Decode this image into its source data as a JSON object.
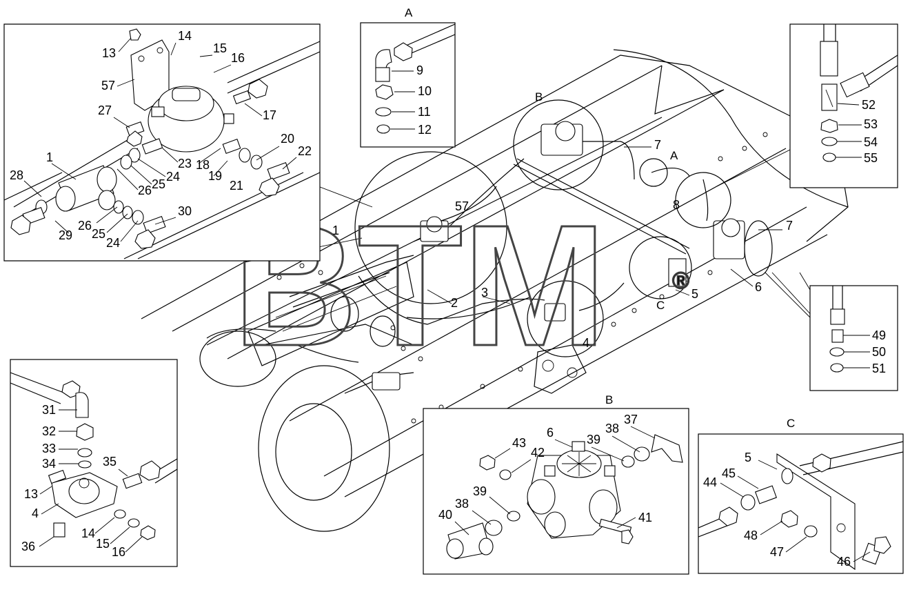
{
  "watermark": {
    "text": "BTM",
    "mark": "®"
  },
  "panel_titles": {
    "A_top": "A",
    "B_main": "B",
    "A_main": "A",
    "C_main": "C",
    "B_detail": "B",
    "C_detail": "C"
  },
  "labels": {
    "p13a": "13",
    "p14a": "14",
    "p15a": "15",
    "p16a": "16",
    "p57a": "57",
    "p27": "27",
    "p17": "17",
    "p20": "20",
    "p22": "22",
    "p1a": "1",
    "p28": "28",
    "p23": "23",
    "p18": "18",
    "p19": "19",
    "p24a": "24",
    "p25a": "25",
    "p26a": "26",
    "p21": "21",
    "p26b": "26",
    "p25b": "25",
    "p24b": "24",
    "p29": "29",
    "p30": "30",
    "p9": "9",
    "p10": "10",
    "p11": "11",
    "p12": "12",
    "p52": "52",
    "p53": "53",
    "p54": "54",
    "p55": "55",
    "p7a": "7",
    "p8": "8",
    "p7b": "7",
    "p57b": "57",
    "p1b": "1",
    "p2": "2",
    "p3": "3",
    "p5": "5",
    "p6": "6",
    "p4": "4",
    "p49": "49",
    "p50": "50",
    "p51": "51",
    "p31": "31",
    "p32": "32",
    "p33": "33",
    "p34": "34",
    "p35": "35",
    "p13b": "13",
    "p4b": "4",
    "p14b": "14",
    "p15b": "15",
    "p16b": "16",
    "p36": "36",
    "p6b": "6",
    "p43": "43",
    "p42": "42",
    "p39a": "39",
    "p38a": "38",
    "p37": "37",
    "p39b": "39",
    "p38b": "38",
    "p40": "40",
    "p41": "41",
    "p5b": "5",
    "p44": "44",
    "p45": "45",
    "p48": "48",
    "p47": "47",
    "p46": "46"
  }
}
